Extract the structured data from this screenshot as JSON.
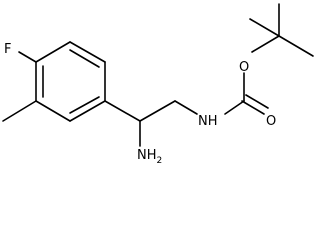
{
  "molecule": {
    "atoms": {
      "fluorine": "F",
      "amine": "NH",
      "amine_h2": {
        "element": "NH",
        "subscript": "2"
      },
      "ester_o": "O",
      "carbonyl_o": "O"
    }
  }
}
